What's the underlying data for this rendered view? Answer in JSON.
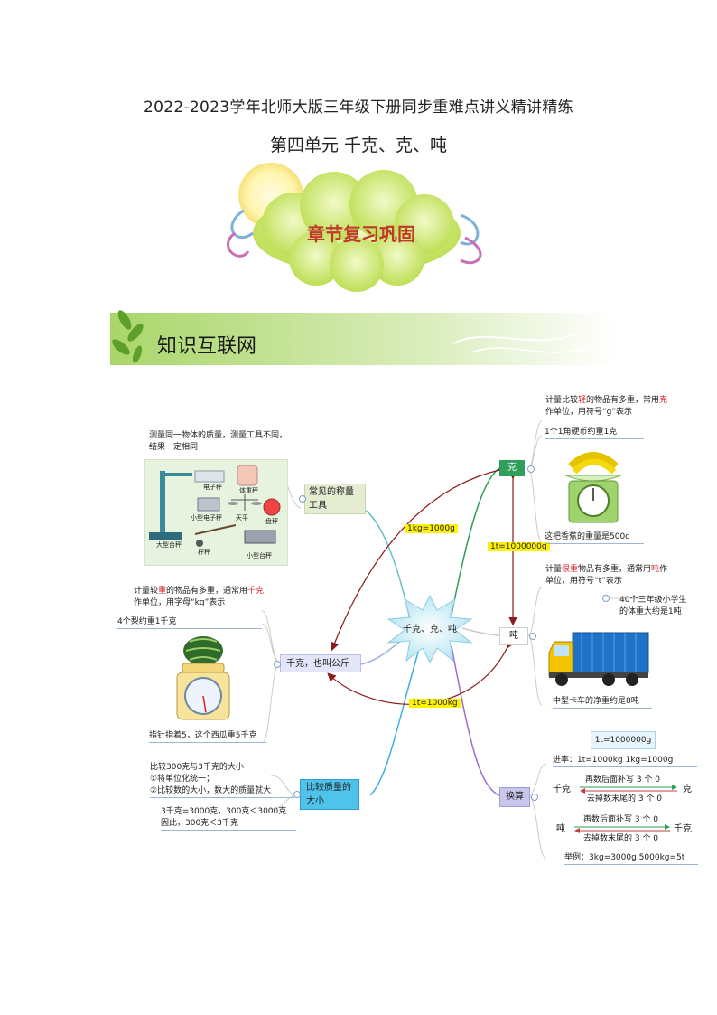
{
  "header": {
    "title": "2022-2023学年北师大版三年级下册同步重难点讲义精讲精练",
    "subtitle": "第四单元  千克、克、吨",
    "banner": "章节复习巩固",
    "section": "知识互联网"
  },
  "center": "千克、克、吨",
  "tools": {
    "node": "常见的称量工具",
    "note": "测量同一物体的质量，测量工具不同，结果一定相同",
    "labels": [
      "电子秤",
      "体重秤",
      "小型电子秤",
      "天平",
      "盘秤",
      "大型台秤",
      "杆秤",
      "小型台秤"
    ]
  },
  "kg": {
    "node": "千克，也叫公斤",
    "desc_pre": "计量较",
    "desc_key": "重",
    "desc_mid": "的物品有多重，通常用",
    "desc_unit": "千克",
    "desc_post": "作单位，用字母“kg”表示",
    "example": "4个梨约重1千克",
    "caption": "指针指着5，这个西瓜重5千克"
  },
  "compare": {
    "node": "比较质量的大小",
    "lines": [
      "比较300克与3千克的大小",
      "①将单位化统一；",
      "②比较数的大小，数大的质量就大"
    ],
    "result": [
      "3千克=3000克，300克＜3000克",
      "因此，300克＜3千克"
    ]
  },
  "g": {
    "node": "克",
    "desc_pre": "计量比较",
    "desc_key": "轻",
    "desc_mid": "的物品有多重，常用",
    "desc_unit": "克",
    "desc_post": "作单位，用符号“g”表示",
    "example": "1个1角硬币约重1克",
    "caption": "这把香蕉的重量是500g"
  },
  "t": {
    "node": "吨",
    "desc_pre": "计量",
    "desc_key": "很重",
    "desc_mid": "物品有多重，通常用",
    "desc_unit": "吨",
    "desc_post": "作单位，用符号“t”表示",
    "example": "40个三年级小学生的体重大约是1吨",
    "caption": "中型卡车的净重约是8吨"
  },
  "conversion": {
    "node": "换算",
    "box": "1t=1000000g",
    "rate": "进率：1t=1000kg    1kg=1000g",
    "row1": {
      "left": "千克",
      "right": "克",
      "top": "再数后面补写 3 个 0",
      "bottom": "去掉数末尾的 3 个 0"
    },
    "row2": {
      "left": "吨",
      "right": "千克",
      "top": "再数后面补写 3 个 0",
      "bottom": "去掉数末尾的 3 个 0"
    },
    "example": "举例：3kg=3000g    5000kg=5t"
  },
  "links": {
    "kg_g": "1kg=1000g",
    "t_g": "1t=1000000g",
    "t_kg": "1t=1000kg"
  }
}
